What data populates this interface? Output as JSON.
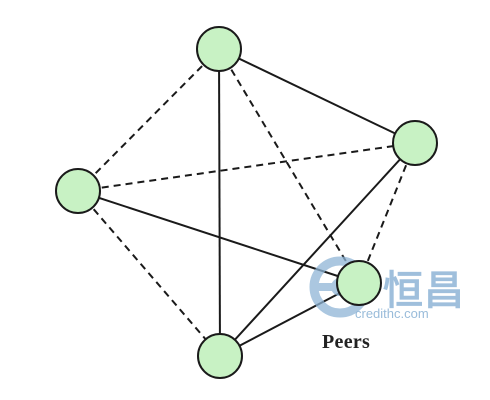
{
  "diagram": {
    "label": "Peers",
    "node_fill": "#c8f2c4",
    "node_stroke": "#1a1a1a",
    "edge_color": "#1a1a1a",
    "nodes": [
      {
        "id": "top"
      },
      {
        "id": "right"
      },
      {
        "id": "left"
      },
      {
        "id": "lower-right"
      },
      {
        "id": "bottom"
      }
    ],
    "edges": [
      {
        "from": "top",
        "to": "right",
        "style": "solid"
      },
      {
        "from": "top",
        "to": "bottom",
        "style": "solid"
      },
      {
        "from": "left",
        "to": "lower-right",
        "style": "solid"
      },
      {
        "from": "right",
        "to": "bottom",
        "style": "solid"
      },
      {
        "from": "lower-right",
        "to": "bottom",
        "style": "solid"
      },
      {
        "from": "top",
        "to": "left",
        "style": "dashed"
      },
      {
        "from": "top",
        "to": "lower-right",
        "style": "dashed"
      },
      {
        "from": "left",
        "to": "right",
        "style": "dashed"
      },
      {
        "from": "left",
        "to": "bottom",
        "style": "dashed"
      },
      {
        "from": "right",
        "to": "lower-right",
        "style": "dashed"
      }
    ]
  },
  "watermark": {
    "text_cn": "恒昌",
    "url": "credithc.com",
    "color": "#8fb5d6"
  }
}
